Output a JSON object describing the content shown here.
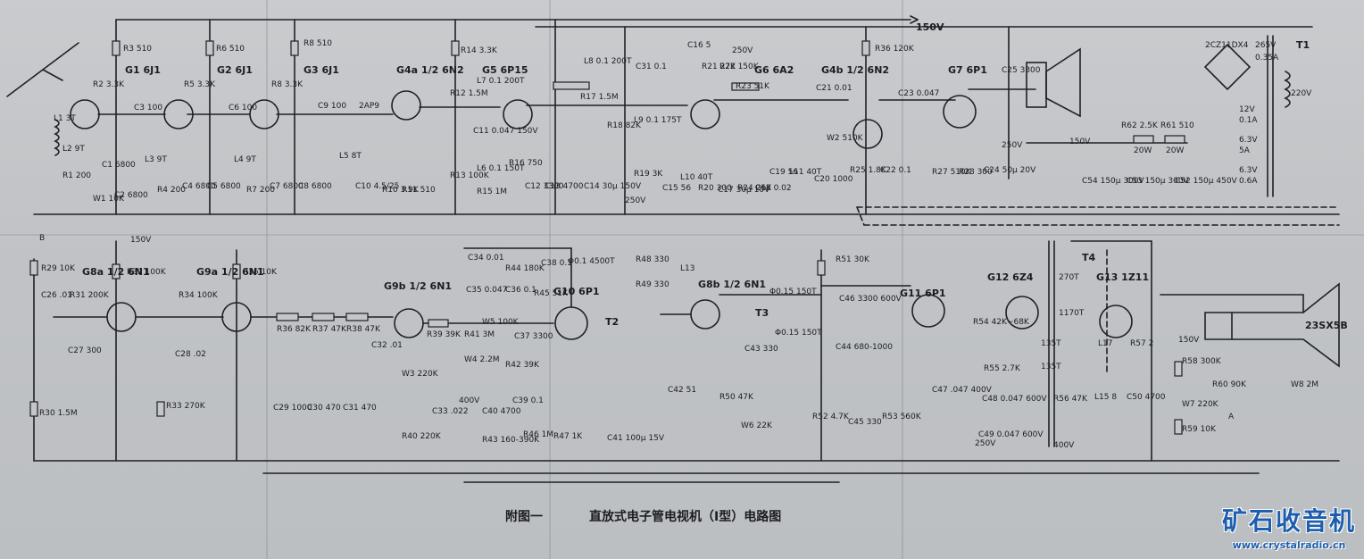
{
  "top_bus": {
    "voltage": "150V"
  },
  "caption": {
    "title": "附图一",
    "subtitle": "直放式电子管电视机（Ⅰ型）电路图"
  },
  "watermark": {
    "title": "矿石收音机",
    "url": "www.crystalradio.cn",
    "color": "#1d5fae"
  },
  "tubes_top": [
    "G1 6J1",
    "G2 6J1",
    "G3 6J1",
    "G4a 1/2 6N2",
    "G5 6P15",
    "G6 6A2",
    "G4b 1/2 6N2",
    "G7 6P1"
  ],
  "tubes_bottom": [
    "G8a 1/2 6N1",
    "G9a 1/2 6N1",
    "G9b 1/2 6N1",
    "G10 6P1",
    "G8b 1/2 6N1",
    "G11 6P1",
    "G12 6Z4",
    "G13 1Z11",
    "23SX5B"
  ],
  "rectifier": {
    "part": "2CZ11DX4",
    "transformer": "T1",
    "mains": "220V",
    "windings": [
      "265V",
      "0.35A",
      "12V",
      "0.1A",
      "6.3V",
      "5A",
      "6.3V",
      "0.6A"
    ]
  },
  "supply_labels": [
    "250V",
    "250V",
    "250V",
    "150V",
    "150V",
    "400V",
    "400V",
    "250V",
    "150V",
    "A",
    "B"
  ],
  "components_top": [
    "R3 510",
    "R2 3.3K",
    "R6 510",
    "R5 3.3K",
    "R8 510",
    "R8 3.3K",
    "R14 3.3K",
    "C16 5",
    "R36 120K",
    "L1 3T",
    "L2 9T",
    "R1 200",
    "C1 6800",
    "W1 10K",
    "C2 6800",
    "C3 100",
    "L3 9T",
    "R4 200",
    "C4 6800",
    "C5 6800",
    "C6 100",
    "L4 9T",
    "R7 200",
    "C7 6800",
    "C8 6800",
    "C9 100",
    "L5 8T",
    "2AP9",
    "C10 4.5/25",
    "R10 3.9K",
    "R11 510",
    "R12 1.5M",
    "L7 0.1 200T",
    "C11 0.047 150V",
    "R13 100K",
    "L6 0.1 150T",
    "R15 1M",
    "R16 750",
    "C12 3300",
    "C13 4700",
    "C14 30μ 150V",
    "L8 0.1 200T",
    "C31 0.1",
    "R17 1.5M",
    "R18 82K",
    "L9 0.1 175T",
    "R19 3K",
    "R21 27K",
    "R22 150K",
    "R23 51K",
    "C21 0.01",
    "C15 56",
    "L10 40T",
    "R20 300",
    "C17 30μ 10V",
    "R24 26K",
    "C18 0.02",
    "C19 56",
    "L11 40T",
    "C20 1000",
    "W2 510K",
    "R25 1.8K",
    "C22 0.1",
    "C23 0.047",
    "C25 3300",
    "R27 510K",
    "R28 300",
    "C24 50μ 20V",
    "R62 2.5K",
    "R61 510",
    "20W",
    "20W",
    "C54 150μ 300V",
    "C53 150μ 300V",
    "C52 150μ 450V"
  ],
  "components_bottom": [
    "R29 10K",
    "C26 .01",
    "R30 1.5M",
    "R32 100K",
    "R31 200K",
    "C27 300",
    "R34 100K",
    "C28 .02",
    "R33 270K",
    "R35 10K",
    "R36 82K",
    "R37 47K",
    "R38 47K",
    "C32 .01",
    "C29 1000",
    "C30 470",
    "C31 470",
    "R39 39K",
    "W3 220K",
    "R40 220K",
    "C33 .022",
    "C34 0.01",
    "R44 180K",
    "C35 0.047",
    "C36 0.1",
    "W5 100K",
    "R41 3M",
    "W4 2.2M",
    "C37 3300",
    "R42 39K",
    "C39 0.1",
    "C40 4700",
    "R43 160-390K",
    "C38 0.1",
    "R45 51K",
    "Φ0.1 4500T",
    "R46 1M",
    "R47 1K",
    "C41 100μ 15V",
    "R48 330",
    "R49 330",
    "L13",
    "T2",
    "C42 51",
    "C43 330",
    "R50 47K",
    "W6 22K",
    "Φ0.15 150T",
    "Φ0.15 150T",
    "T3",
    "R51 30K",
    "C46 3300 600V",
    "C44 680-1000",
    "R52 4.7K",
    "C45 330",
    "R53 560K",
    "C47 .047 400V",
    "R54 42K~68K",
    "R55 2.7K",
    "C48 0.047 600V",
    "C49 0.047 600V",
    "R56 47K",
    "T4",
    "270T",
    "1170T",
    "135T",
    "135T",
    "L15 8",
    "C50 4700",
    "R57 2",
    "L17",
    "R58 300K",
    "R60 90K",
    "W7 220K",
    "R59 10K",
    "W8 2M"
  ]
}
